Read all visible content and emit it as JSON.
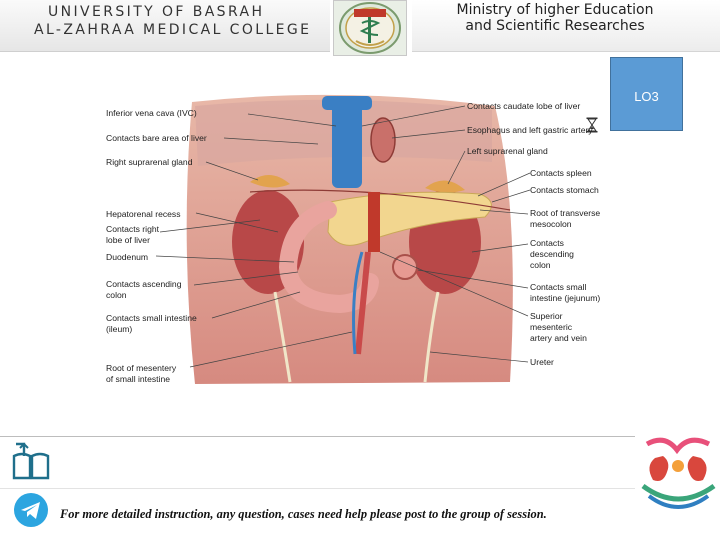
{
  "header": {
    "university_line1": "UNIVERSITY OF BASRAH",
    "university_line2": "AL-ZAHRAA MEDICAL COLLEGE",
    "ministry_line1": "Ministry of higher Education",
    "ministry_line2": "and Scientific Researches"
  },
  "badge": {
    "label": "LO3"
  },
  "diagram": {
    "left_labels": [
      "Inferior vena cava (IVC)",
      "Contacts bare area of liver",
      "Right suprarenal gland",
      "Hepatorenal recess",
      "Contacts right",
      "lobe of liver",
      "Duodenum",
      "Contacts ascending",
      "colon",
      "Contacts small intestine",
      "(ileum)",
      "Root of mesentery",
      "of small intestine"
    ],
    "right_labels": [
      "Contacts caudate lobe of liver",
      "Esophagus and left gastric artery",
      "Left suprarenal gland",
      "Contacts spleen",
      "Contacts stomach",
      "Root of transverse",
      "mesocolon",
      "Contacts",
      "descending",
      "colon",
      "Contacts small",
      "intestine (jejunum)",
      "Superior",
      "mesenteric",
      "artery and vein",
      "Ureter"
    ]
  },
  "footer": {
    "instruction": "For more detailed instruction, any question, cases need help please post to the group of session."
  },
  "colors": {
    "badge_blue": "#5b9bd5",
    "telegram_blue": "#2ca5e0",
    "tissue_red": "#c8575a",
    "ivc_blue": "#3a7fc4",
    "pancreas_yellow": "#f2d68f"
  },
  "icons": [
    "college-logo",
    "hourglass-icon",
    "book-icon",
    "telegram-icon",
    "kidney-care-logo"
  ]
}
